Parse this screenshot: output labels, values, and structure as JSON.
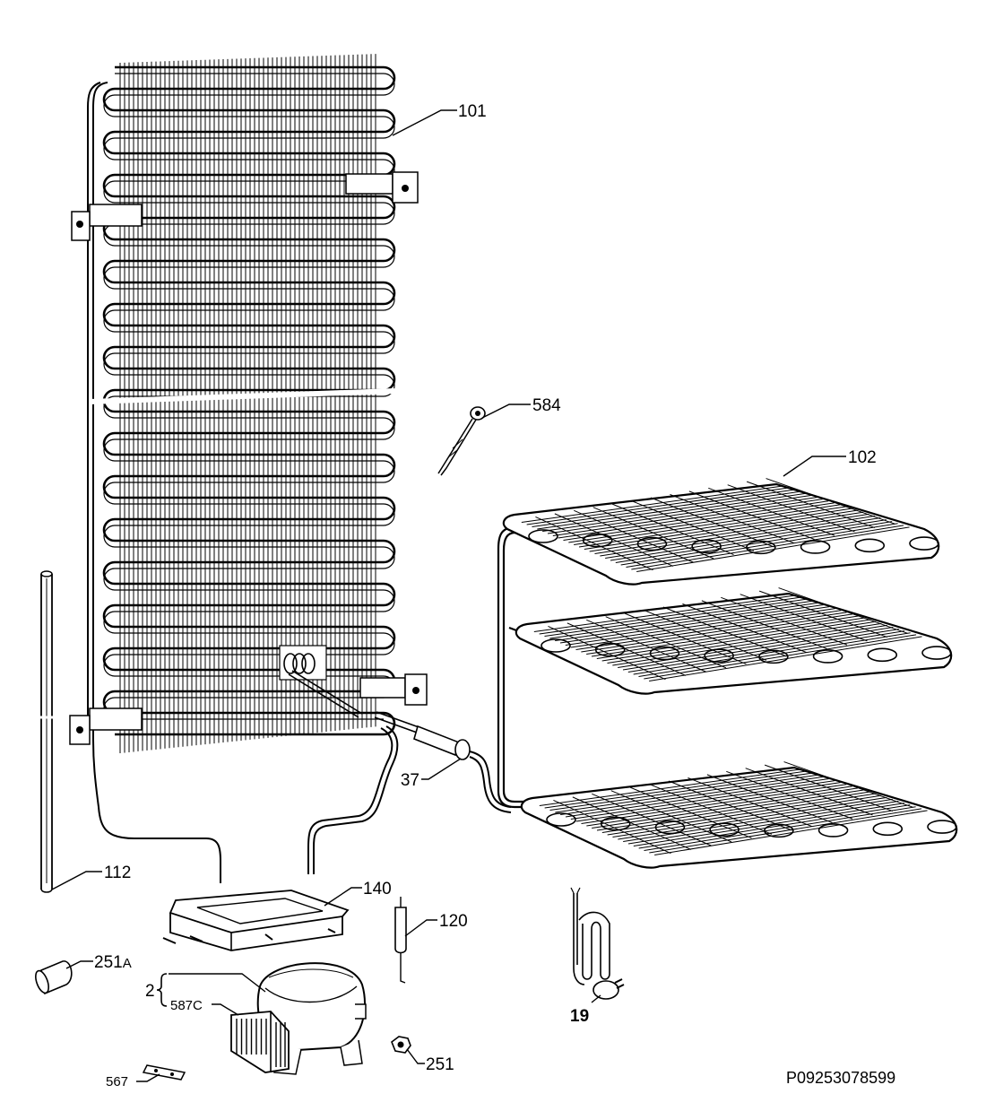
{
  "drawing_ref": "P09253078599",
  "parts": {
    "p101": "101",
    "p584": "584",
    "p102": "102",
    "p37": "37",
    "p112": "112",
    "p140": "140",
    "p120": "120",
    "p251a_num": "251",
    "p251a_suffix": "A",
    "p2": "2",
    "p587c_num": "587",
    "p587c_suffix": "C",
    "p19": "19",
    "p251": "251",
    "p567": "567"
  }
}
